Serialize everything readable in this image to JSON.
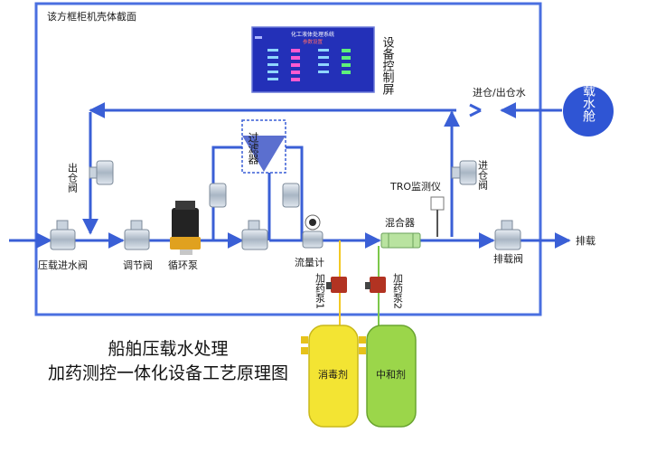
{
  "cabinet": {
    "section_label": "该方框柜机壳体截面"
  },
  "screen": {
    "vertical_label": "设备控制屏",
    "header": "化工液体处理系统",
    "subheader": "参数设置"
  },
  "tank": {
    "label": "压载水舱"
  },
  "flow_labels": {
    "inout": "进仓/出仓水",
    "drain": "排载"
  },
  "valves": {
    "outlet": "出仓阀",
    "inlet": "进仓阀",
    "ballast_in": "压载进水阀",
    "regulating": "调节阀",
    "drain_valve": "排载阀"
  },
  "equipment": {
    "pump": "循环泵",
    "filter": "过滤器",
    "flowmeter": "流量计",
    "tro": "TRO监测仪",
    "mixer": "混合器",
    "dosing_pump_1": "加药泵1",
    "dosing_pump_2": "加药泵2"
  },
  "chemicals": {
    "disinfectant": "消毒剂",
    "neutralizer": "中和剂"
  },
  "caption": {
    "line1": "船舶压载水处理",
    "line2": "加药测控一体化设备工艺原理图"
  },
  "colors": {
    "pipe": "#3a5fd6",
    "frame": "#4a6fe0",
    "tank": "#2f55d4",
    "disinfectant": "#f3e433",
    "neutralizer": "#9bd64a",
    "filter": "#5b6fcf",
    "screen": "#2330b8",
    "mixer": "#b9e3a0"
  }
}
